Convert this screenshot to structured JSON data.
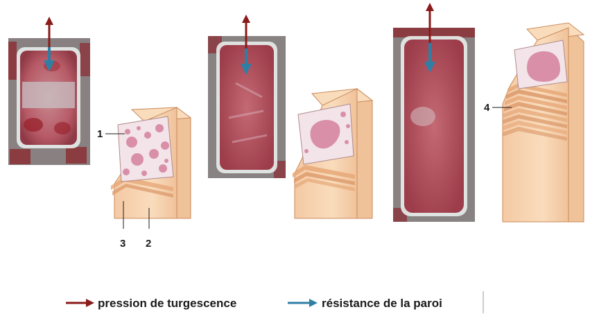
{
  "labels": {
    "l1": "1",
    "l2": "2",
    "l3": "3",
    "l4": "4"
  },
  "legend": {
    "turgor_label": "pression de turgescence",
    "wall_label": "résistance de la paroi",
    "turgor_color": "#8b1a1a",
    "wall_color": "#2f7fa5"
  },
  "colors": {
    "wall_face": "#f7d2ae",
    "wall_top": "#f9dcbc",
    "wall_edge": "#c98a5a",
    "cytoplasm": "#f3e4ea",
    "vacuole": "#d98fa8",
    "micrograph_bg": "#9e9b9a",
    "cell_fill": "#b85a68"
  }
}
